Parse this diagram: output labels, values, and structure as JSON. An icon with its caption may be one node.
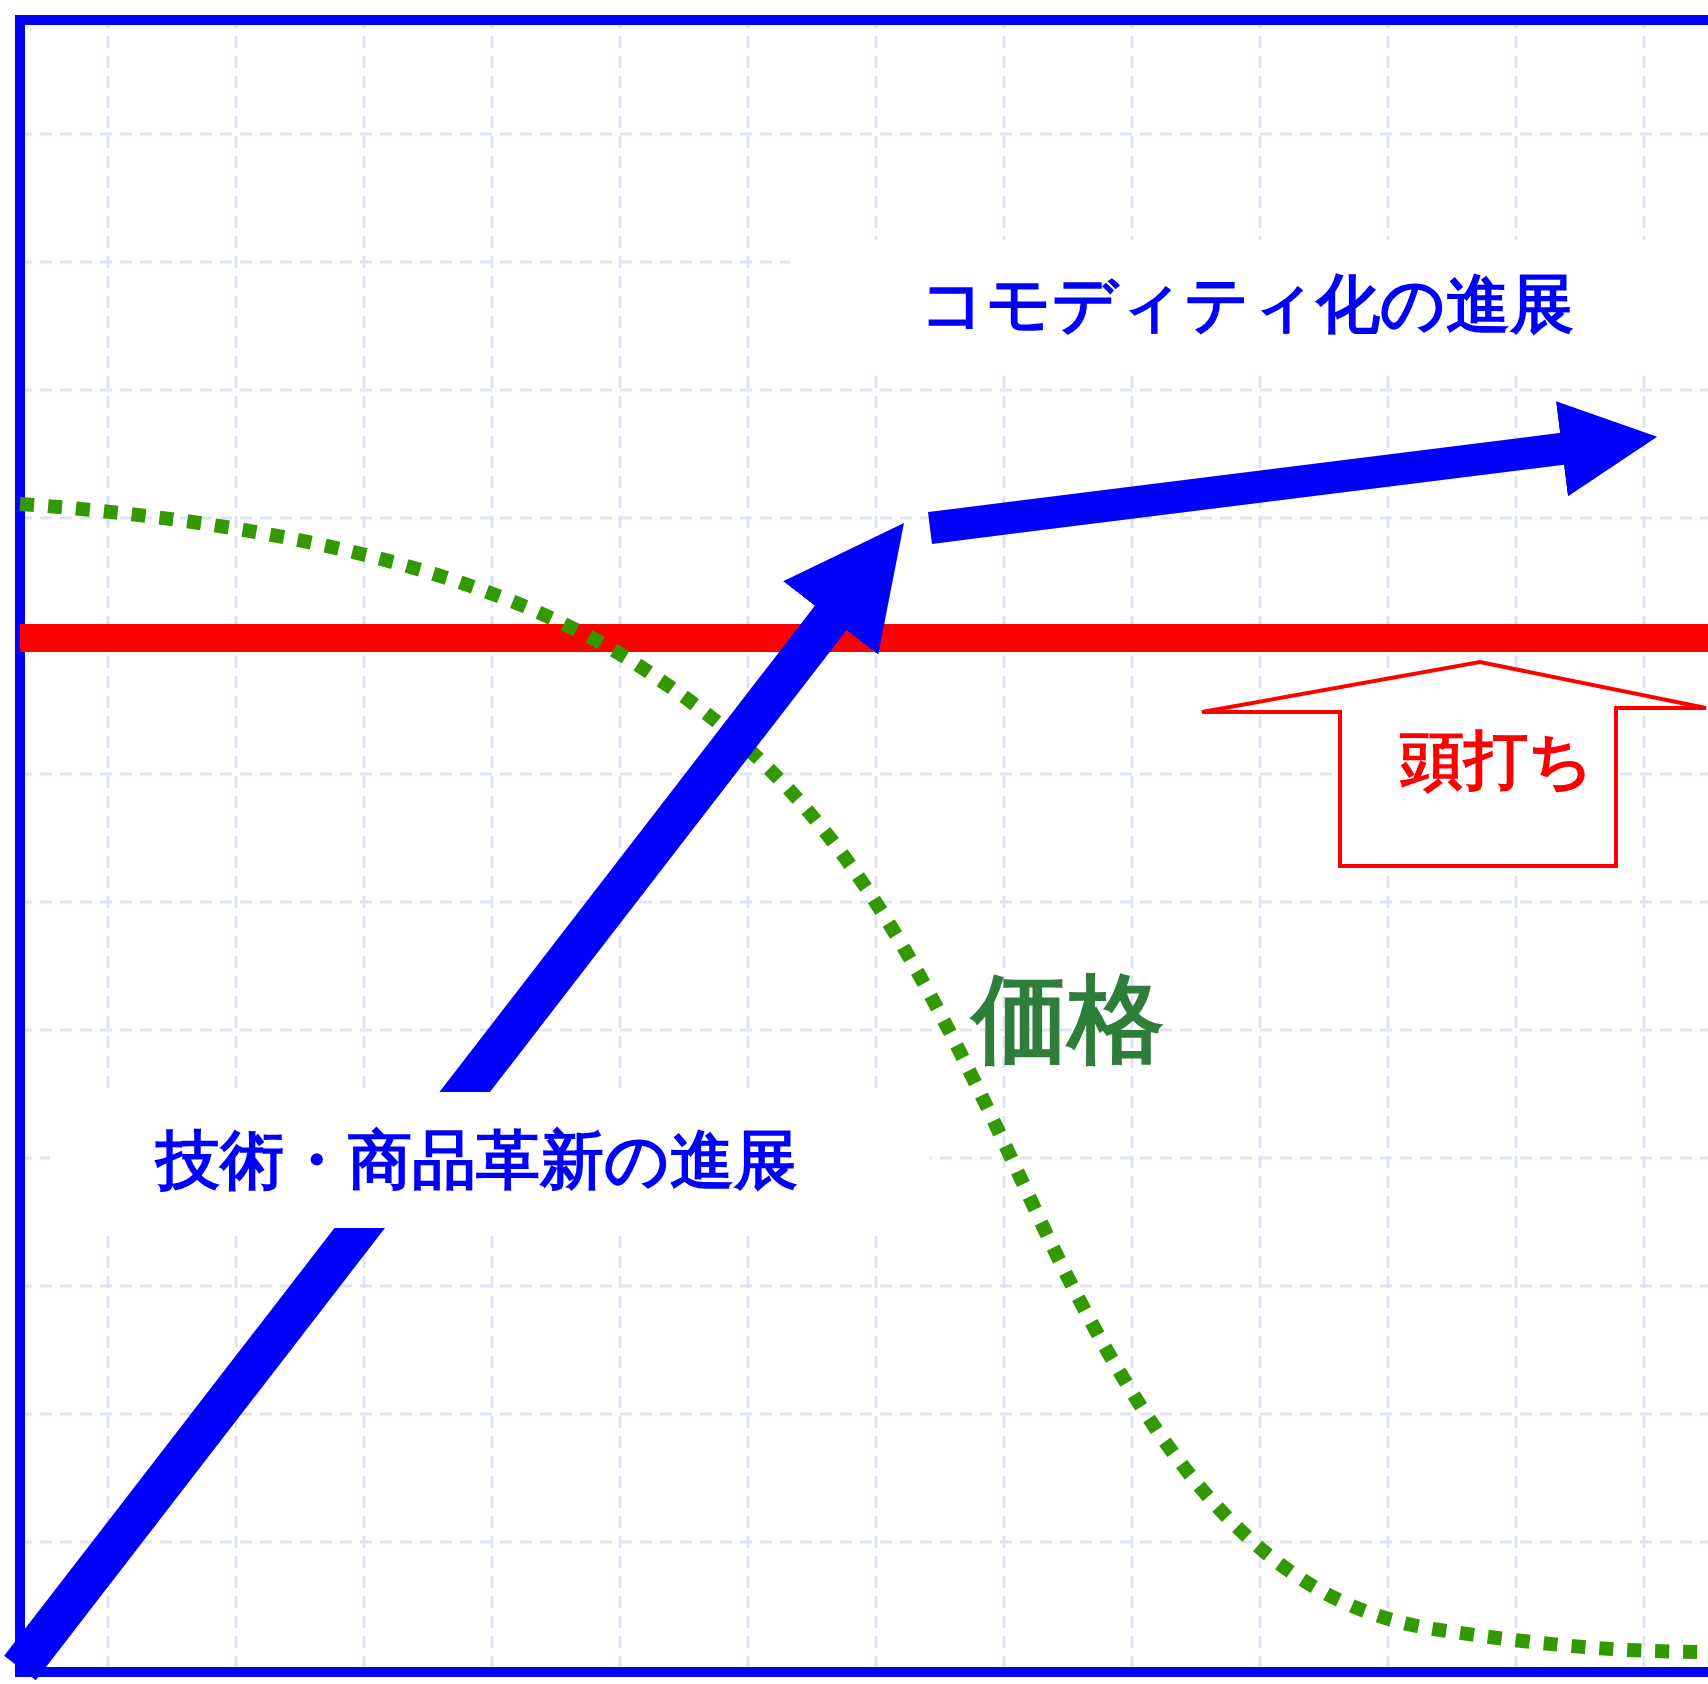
{
  "diagram": {
    "nodes": [
      {
        "text": [
          "頭打ち"
        ]
      }
    ],
    "labels": [
      "コモディティ化の進展",
      "価格",
      "技術・商品革新の進展"
    ]
  }
}
